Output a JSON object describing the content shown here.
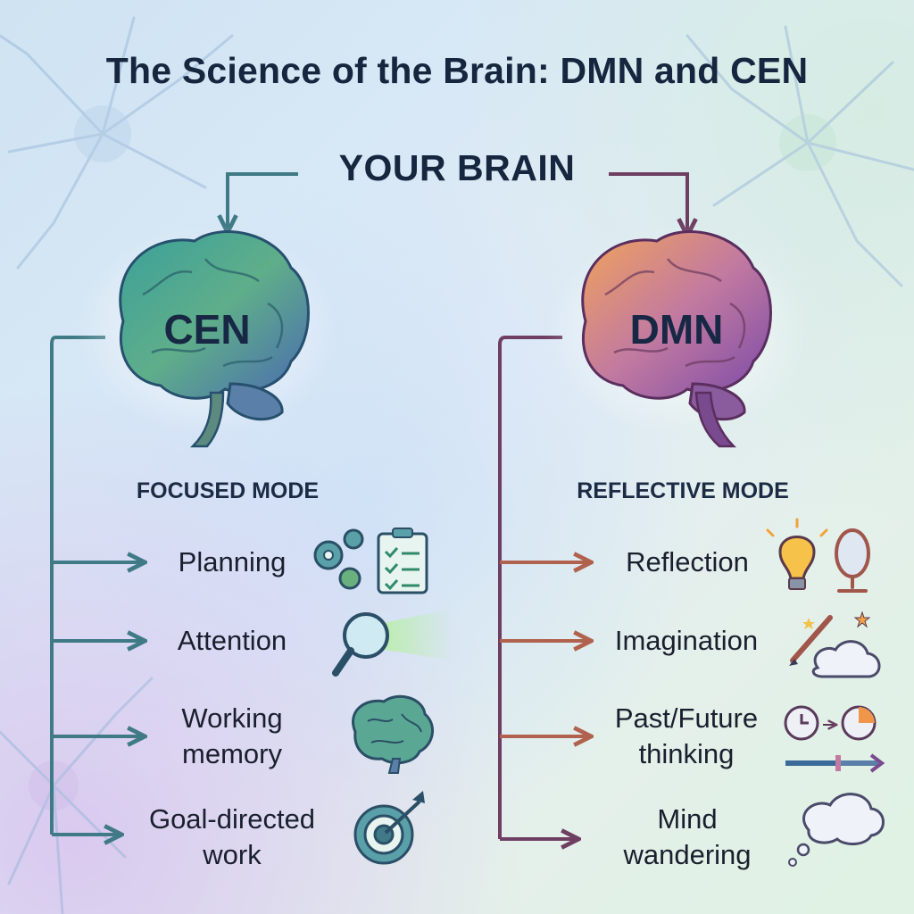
{
  "title": "The Science of the Brain: DMN and CEN",
  "root": {
    "label": "YOUR BRAIN"
  },
  "branches": {
    "cen": {
      "label": "CEN",
      "mode": "FOCUSED MODE",
      "color": "#3f7a86",
      "items": [
        {
          "label": "Planning",
          "icon": "gears-clipboard-icon"
        },
        {
          "label": "Attention",
          "icon": "magnifying-glass-icon"
        },
        {
          "label": "Working memory",
          "icon": "brain-icon"
        },
        {
          "label": "Goal-directed work",
          "icon": "target-arrow-icon"
        }
      ]
    },
    "dmn": {
      "label": "DMN",
      "mode": "REFLECTIVE MODE",
      "color": "#6e3f62",
      "items": [
        {
          "label": "Reflection",
          "icon": "lightbulb-mirror-icon"
        },
        {
          "label": "Imagination",
          "icon": "paintbrush-cloud-icon"
        },
        {
          "label": "Past/Future thinking",
          "icon": "clocks-timeline-icon"
        },
        {
          "label": "Mind wandering",
          "icon": "thought-bubble-icon"
        }
      ]
    }
  }
}
